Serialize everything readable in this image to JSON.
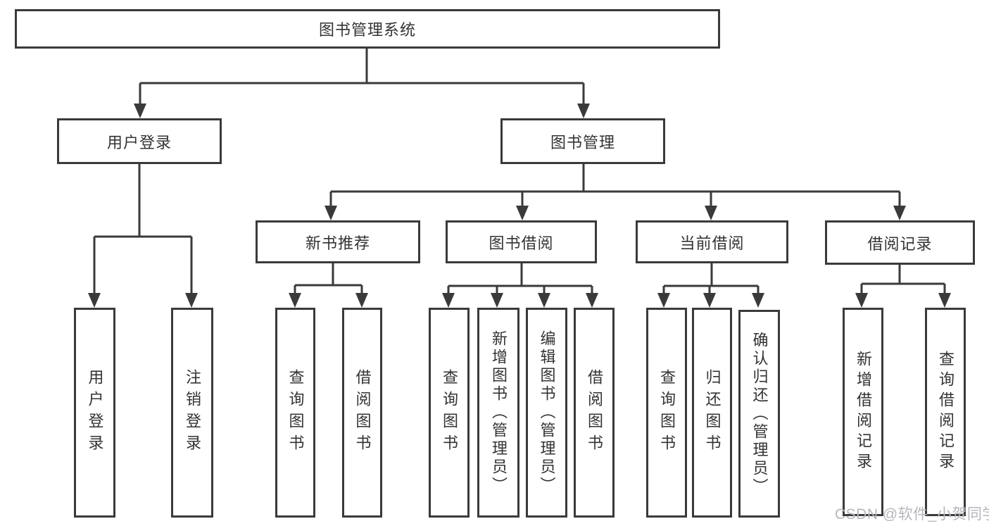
{
  "nodes": {
    "root": {
      "label": "图书管理系统"
    },
    "branches": [
      {
        "id": "user-login",
        "label": "用户登录"
      },
      {
        "id": "book-management",
        "label": "图书管理"
      }
    ],
    "modules": [
      {
        "id": "new-book-recommend",
        "label": "新书推荐"
      },
      {
        "id": "book-borrow",
        "label": "图书借阅"
      },
      {
        "id": "current-borrow",
        "label": "当前借阅"
      },
      {
        "id": "borrow-records",
        "label": "借阅记录"
      }
    ],
    "leaves": [
      {
        "group": "user-login",
        "label": "用户登录"
      },
      {
        "group": "user-login",
        "label": "注销登录"
      },
      {
        "group": "new-book-recommend",
        "label": "查询图书"
      },
      {
        "group": "new-book-recommend",
        "label": "借阅图书"
      },
      {
        "group": "book-borrow",
        "label": "查询图书"
      },
      {
        "group": "book-borrow",
        "label": "新增图书（管理员）"
      },
      {
        "group": "book-borrow",
        "label": "编辑图书（管理员）"
      },
      {
        "group": "book-borrow",
        "label": "借阅图书"
      },
      {
        "group": "current-borrow",
        "label": "查询图书"
      },
      {
        "group": "current-borrow",
        "label": "归还图书"
      },
      {
        "group": "current-borrow",
        "label": "确认归还（管理员）"
      },
      {
        "group": "borrow-records",
        "label": "新增借阅记录"
      },
      {
        "group": "borrow-records",
        "label": "查询借阅记录"
      }
    ]
  },
  "watermark": {
    "text": "CSDN @软件_小贺同学",
    "color": "#b6b6bd"
  },
  "colors": {
    "line": "#3a3a3a",
    "text": "#333333",
    "background": "#ffffff"
  }
}
